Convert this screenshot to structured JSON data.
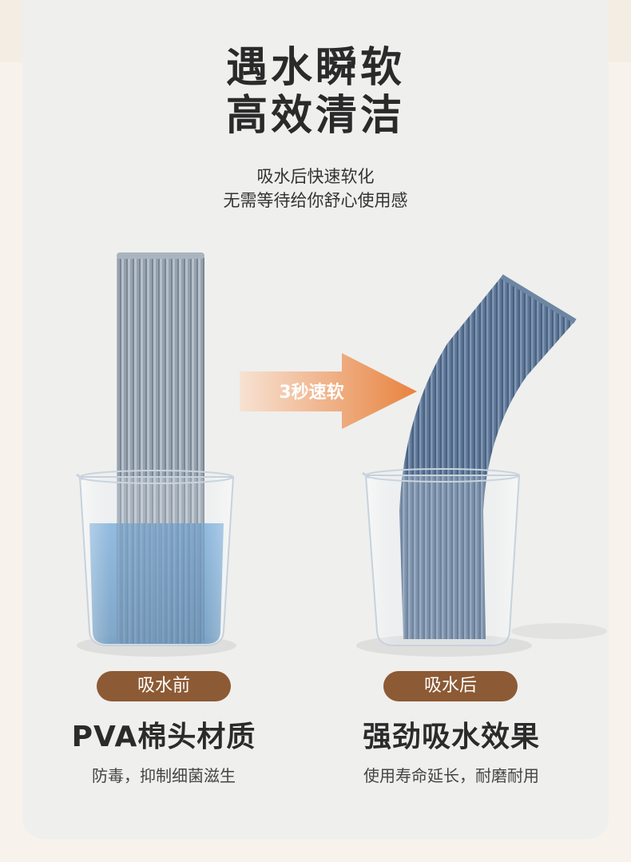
{
  "header": {
    "title_line1": "遇水瞬软",
    "title_line2": "高效清洁",
    "subtitle_line1": "吸水后快速软化",
    "subtitle_line2": "无需等待给你舒心使用感"
  },
  "arrow": {
    "label": "3秒速软"
  },
  "before": {
    "badge": "吸水前",
    "title": "PVA棉头材质",
    "desc": "防毒，抑制细菌滋生"
  },
  "after": {
    "badge": "吸水后",
    "title": "强劲吸水效果",
    "desc": "使用寿命延长，耐磨耐用"
  },
  "colors": {
    "card_bg": "#efefee",
    "badge": "#8c5a34",
    "arrow_start": "#f6dfcf",
    "arrow_end": "#e98a4d",
    "sponge_dry": "#8e9aa6",
    "sponge_wet": "#5f7896",
    "water": "#4f8fc6"
  }
}
